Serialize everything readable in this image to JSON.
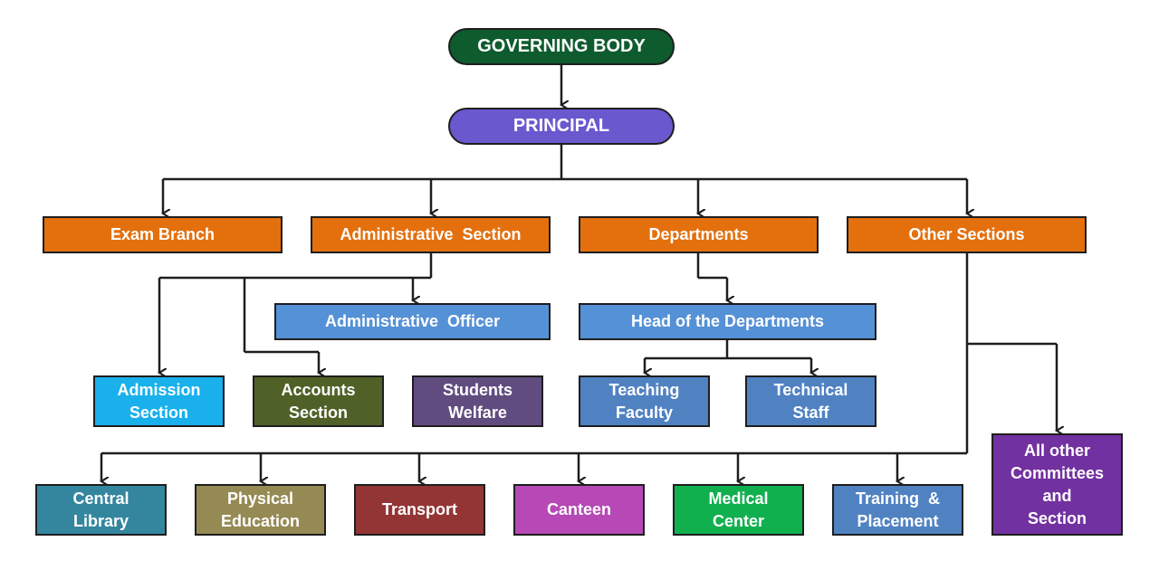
{
  "nodes": {
    "governing_body": {
      "label": "GOVERNING BODY",
      "color": "#0e5b2d"
    },
    "principal": {
      "label": "PRINCIPAL",
      "color": "#6a58cf"
    },
    "exam_branch": {
      "label": "Exam Branch",
      "color": "#e4700d"
    },
    "administrative_section": {
      "label": "Administrative  Section",
      "color": "#e4700d"
    },
    "departments": {
      "label": "Departments",
      "color": "#e4700d"
    },
    "other_sections": {
      "label": "Other Sections",
      "color": "#e4700d"
    },
    "administrative_officer": {
      "label": "Administrative  Officer",
      "color": "#5591d6"
    },
    "head_of_departments": {
      "label": "Head of the Departments",
      "color": "#5591d6"
    },
    "admission_section": {
      "label": "Admission\nSection",
      "color": "#1ab0ec"
    },
    "accounts_section": {
      "label": "Accounts\nSection",
      "color": "#506127"
    },
    "students_welfare": {
      "label": "Students\nWelfare",
      "color": "#614c80"
    },
    "teaching_faculty": {
      "label": "Teaching\nFaculty",
      "color": "#5082c2"
    },
    "technical_staff": {
      "label": "Technical\nStaff",
      "color": "#5082c2"
    },
    "central_library": {
      "label": "Central\nLibrary",
      "color": "#34869f"
    },
    "physical_education": {
      "label": "Physical\nEducation",
      "color": "#958a53"
    },
    "transport": {
      "label": "Transport",
      "color": "#943535"
    },
    "canteen": {
      "label": "Canteen",
      "color": "#b649b6"
    },
    "medical_center": {
      "label": "Medical\nCenter",
      "color": "#10b04f"
    },
    "training_placement": {
      "label": "Training  &\nPlacement",
      "color": "#5082c2"
    },
    "all_other_committees": {
      "label": "All other\nCommittees\nand\nSection",
      "color": "#7231a0"
    }
  }
}
